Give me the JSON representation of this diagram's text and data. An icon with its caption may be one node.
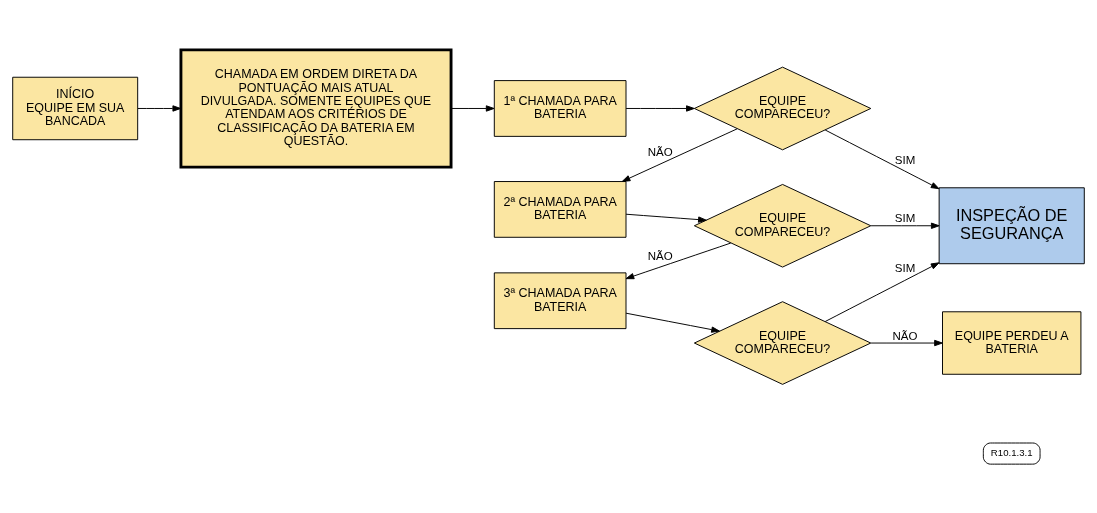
{
  "diagram": {
    "nodes": [
      {
        "text": [
          "INÍCIO",
          "EQUIPE EM SUA BANCADA"
        ]
      },
      {
        "text": [
          "CHAMADA EM ORDEM DIRETA DA PONTUAÇÃO MAIS ATUAL DIVULGADA. SOMENTE EQUIPES QUE ATENDAM AOS CRITÉRIOS DE CLASSIFICAÇÃO DA BATERIA EM QUESTÃO."
        ]
      },
      {
        "text": [
          "1ª CHAMADA PARA BATERIA"
        ]
      },
      {
        "text": [
          "EQUIPE COMPARECEU?"
        ]
      },
      {
        "text": [
          "2ª CHAMADA PARA BATERIA"
        ]
      },
      {
        "text": [
          "EQUIPE COMPARECEU?"
        ]
      },
      {
        "text": [
          "3ª CHAMADA PARA BATERIA"
        ]
      },
      {
        "text": [
          "EQUIPE COMPARECEU?"
        ]
      },
      {
        "text": [
          "INSPEÇÃO DE SEGURANÇA"
        ]
      },
      {
        "text": [
          "EQUIPE PERDEU A BATERIA"
        ]
      },
      {
        "text": [
          "R10.1.3.1"
        ]
      }
    ],
    "edges": [
      {
        "from": 0,
        "to": 1,
        "arrow": "to"
      },
      {
        "from": 1,
        "to": 2,
        "arrow": "to"
      },
      {
        "from": 2,
        "to": 3,
        "arrow": "to"
      },
      {
        "from": 3,
        "to": 8,
        "arrow": "to",
        "label": "SIM"
      },
      {
        "from": 3,
        "to": 4,
        "arrow": "to",
        "label": "NÃO"
      },
      {
        "from": 4,
        "to": 5,
        "arrow": "to"
      },
      {
        "from": 5,
        "to": 8,
        "arrow": "to",
        "label": "SIM"
      },
      {
        "from": 5,
        "to": 6,
        "arrow": "to",
        "label": "NÃO"
      },
      {
        "from": 6,
        "to": 7,
        "arrow": "to"
      },
      {
        "from": 7,
        "to": 8,
        "arrow": "to",
        "label": "SIM"
      },
      {
        "from": 7,
        "to": 9,
        "arrow": "to",
        "label": "NÃO"
      }
    ]
  }
}
